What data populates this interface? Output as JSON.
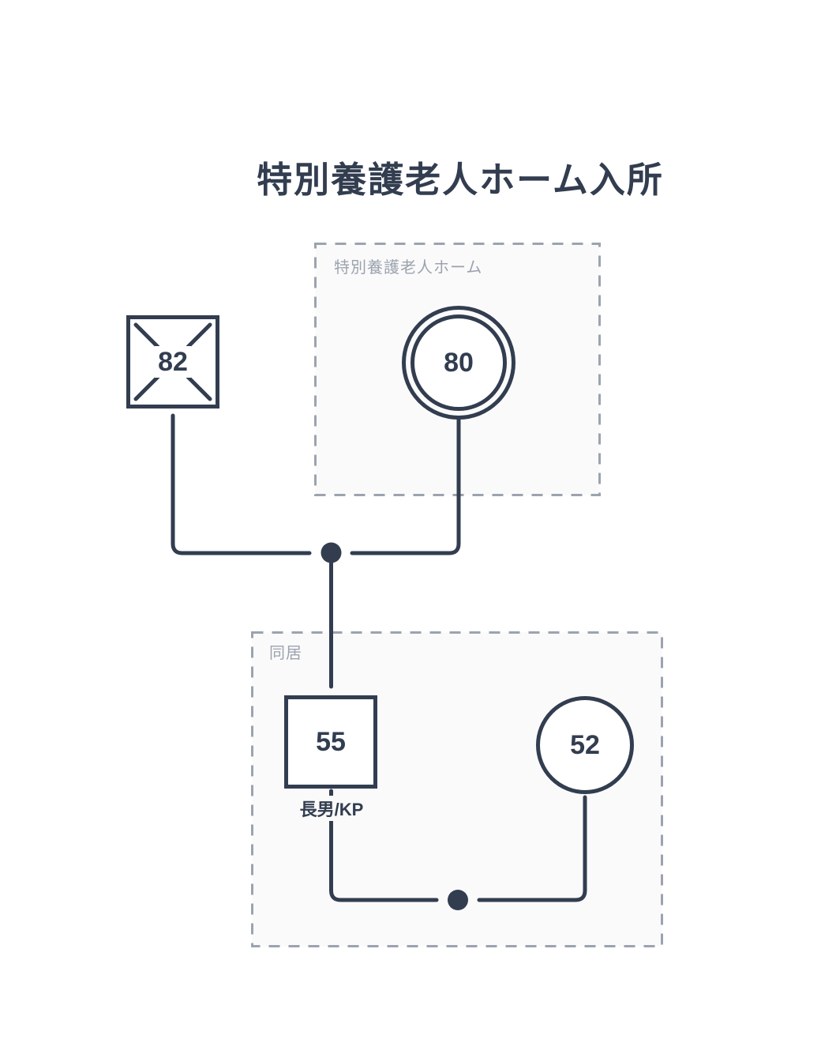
{
  "title": "特別養護老人ホーム入所",
  "colors": {
    "ink": "#323d50",
    "muted_gray": "#9ca3af",
    "group_fill": "#fafafa",
    "node_fill": "#ffffff",
    "page_bg": "#ffffff"
  },
  "groups": {
    "facility": {
      "label": "特別養護老人ホーム"
    },
    "cohabiting": {
      "label": "同居"
    }
  },
  "persons": {
    "father": {
      "age": "82",
      "shape": "square",
      "deceased": true
    },
    "mother": {
      "age": "80",
      "shape": "double-circle"
    },
    "eldest_son": {
      "age": "55",
      "shape": "square",
      "label": "長男/KP"
    },
    "sons_wife": {
      "age": "52",
      "shape": "circle"
    }
  }
}
